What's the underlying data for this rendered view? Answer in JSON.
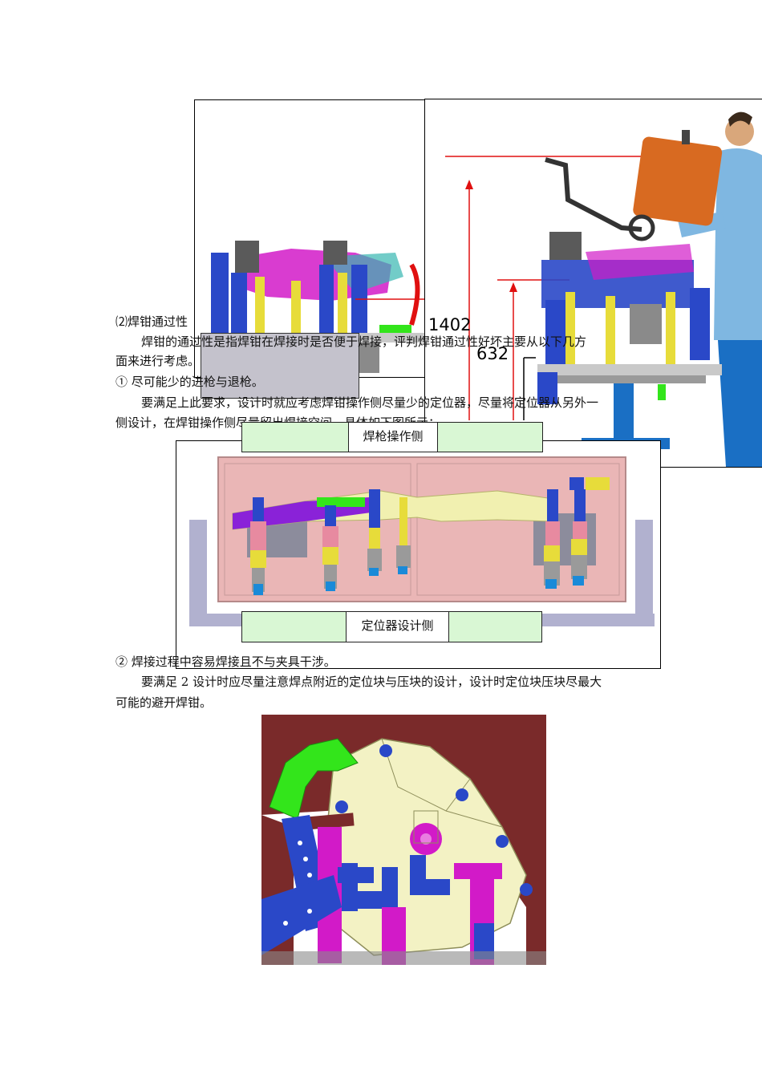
{
  "section_title": "⑵焊钳通过性",
  "para1_a": "焊钳的通过性是指焊钳在焊接时是否便于焊接，评判焊钳通过性好坏主要从以下几方",
  "para1_b": "面来进行考虑。",
  "item1": "①  尽可能少的进枪与退枪。",
  "para2_a": "要满足上此要求，设计时就应考虑焊钳操作侧尽量少的定位器，尽量将定位器从另外一",
  "para2_b": "侧设计，在焊钳操作侧尽量留出焊接空间。具体如下图所示：",
  "fig1": {
    "dim_1402": "1402",
    "dim_632": "632"
  },
  "fig2": {
    "top_label": "焊枪操作侧",
    "bottom_label": "定位器设计侧"
  },
  "item2": "②  焊接过程中容易焊接且不与夹具干涉。",
  "para3_a": "要满足 2 设计时应尽量注意焊点附近的定位块与压块的设计，设计时定位块压块尽最大",
  "para3_b": "可能的避开焊钳。",
  "colors": {
    "blue": "#2a48c8",
    "yellow": "#e7dc3a",
    "magenta": "#d21ac8",
    "green": "#33e51b",
    "maroon": "#7a2a2a",
    "pink": "#eab6b6",
    "cream": "#f3f2c4",
    "orange": "#d86a21",
    "red": "#e01010"
  }
}
